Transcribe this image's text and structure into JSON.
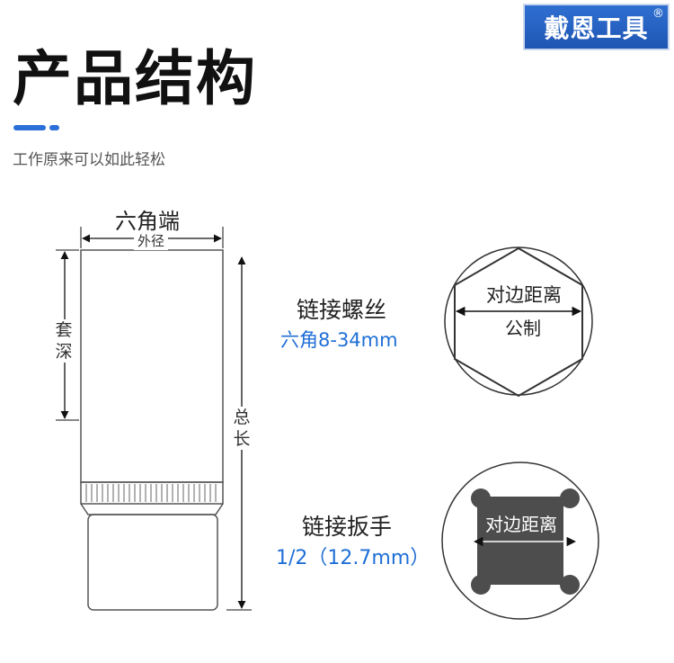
{
  "brand": {
    "name": "戴恩工具",
    "reg": "®"
  },
  "header": {
    "title": "产品结构",
    "subtitle": "工作原来可以如此轻松"
  },
  "diagram": {
    "hex_end": "六角端",
    "outer_diameter": "外径",
    "sleeve_depth": "套深",
    "total_length": "总长",
    "thread_title": "链接螺丝",
    "thread_spec": "六角8-34mm",
    "wrench_title": "链接扳手",
    "wrench_spec": "1/2（12.7mm）",
    "hex_across_flats": "对边距离",
    "hex_metric": "公制",
    "square_across_flats": "对边距离"
  },
  "colors": {
    "brand_blue": "#2c6fd9",
    "accent_blue": "#1f6fd6",
    "square_fill": "#4d4d4d"
  }
}
